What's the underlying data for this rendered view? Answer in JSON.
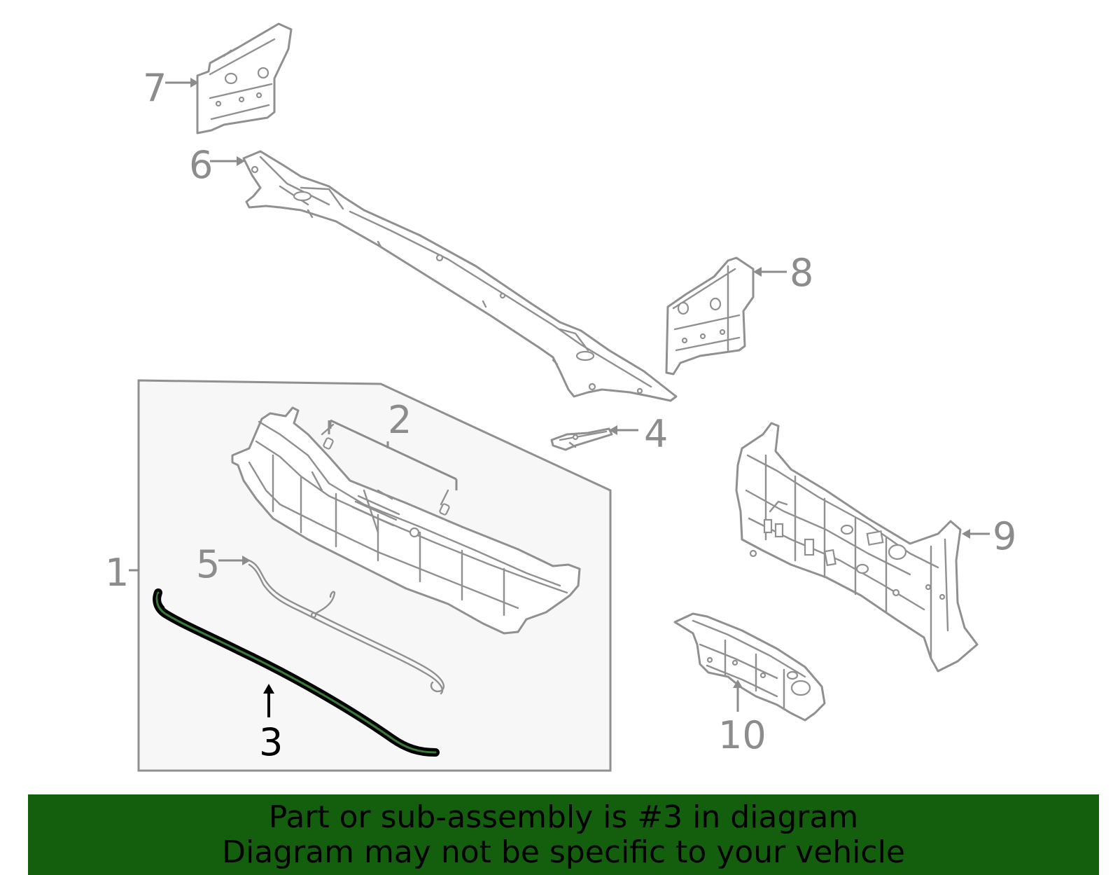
{
  "callouts": {
    "c1": "1",
    "c2": "2",
    "c3": "3",
    "c4": "4",
    "c5": "5",
    "c6": "6",
    "c7": "7",
    "c8": "8",
    "c9": "9",
    "c10": "10"
  },
  "highlighted_part": "3",
  "colors": {
    "banner_background": "#145f0d",
    "line_art": "#909090",
    "highlight": "#000000",
    "highlight_inner": "#3a7a3a",
    "group_box_fill": "#f7f7f7"
  },
  "banner": {
    "line1": "Part or sub-assembly is #3 in diagram",
    "line2": "Diagram may not be specific to your vehicle"
  }
}
